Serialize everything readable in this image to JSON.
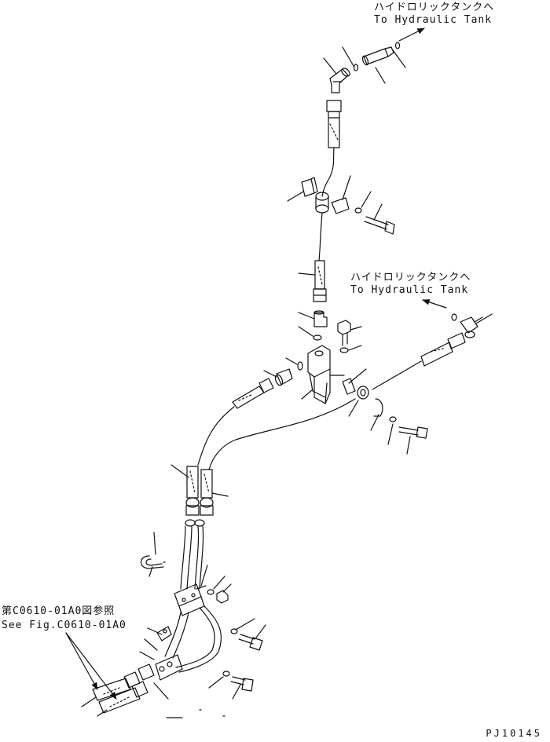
{
  "callouts": {
    "tank_upper": {
      "jp": "ハイドロリックタンクへ",
      "en": "To Hydraulic Tank"
    },
    "tank_right": {
      "jp": "ハイドロリックタンクへ",
      "en": "To Hydraulic Tank"
    },
    "fig_ref": {
      "jp": "第C0610-01A0図参照",
      "en": "See Fig.C0610-01A0"
    }
  },
  "drawing_code": "PJ10145"
}
